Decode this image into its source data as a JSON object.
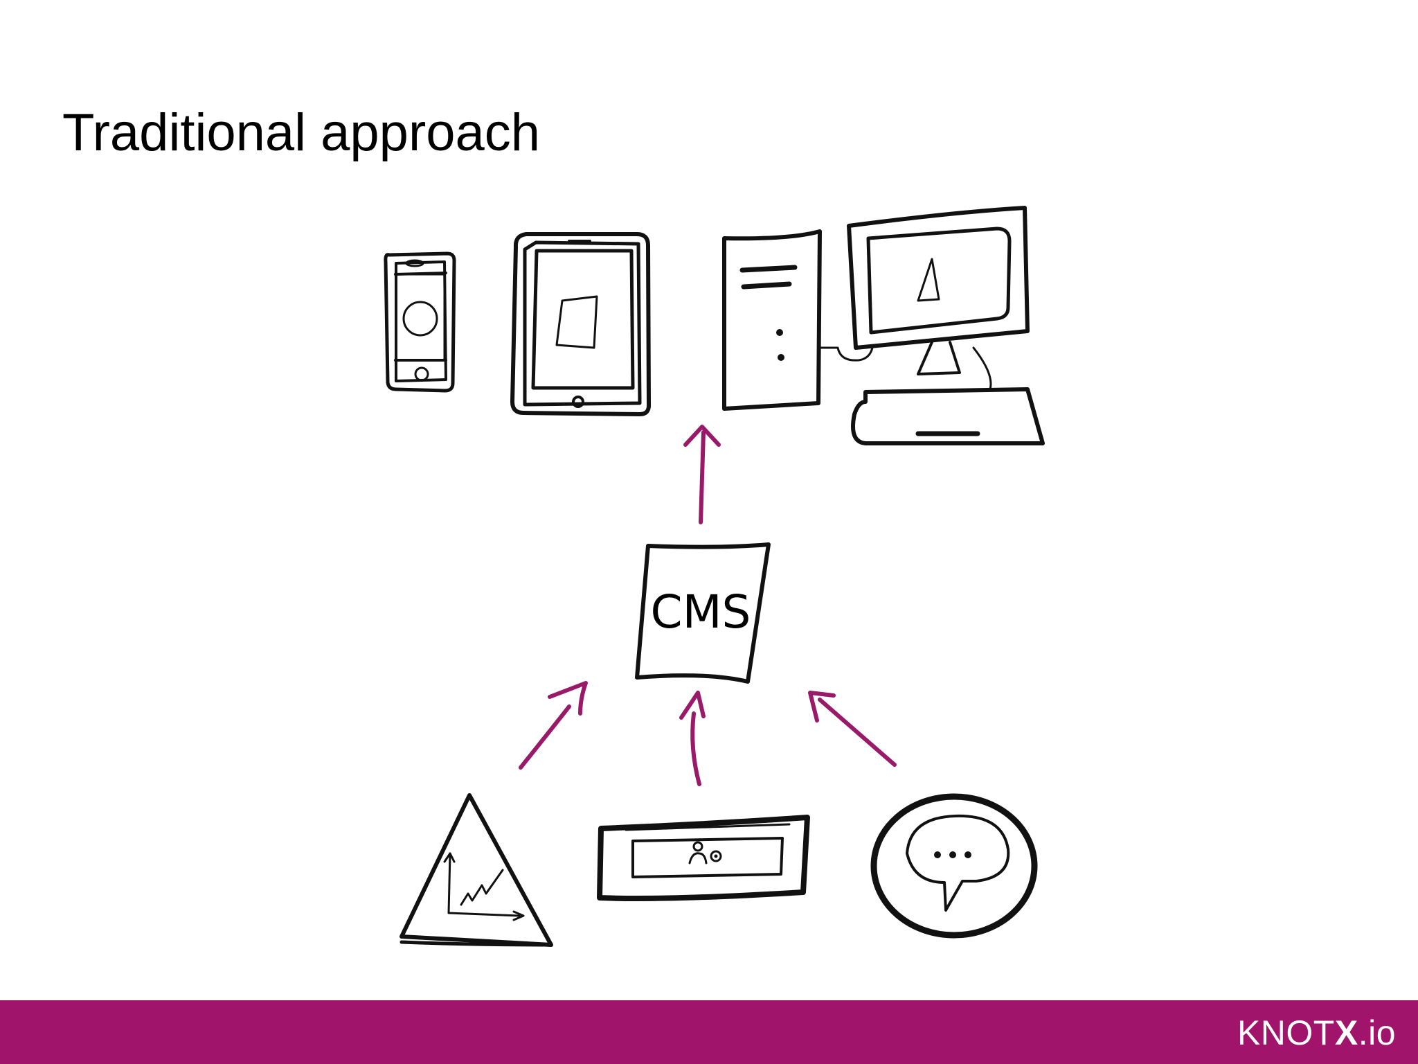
{
  "slide": {
    "title": "Traditional approach"
  },
  "diagram": {
    "center_label": "CMS",
    "outputs": [
      "smartphone",
      "tablet",
      "desktop-pc"
    ],
    "sources": [
      "analytics",
      "admin-app",
      "chat"
    ],
    "arrow_color": "#9a1a6a"
  },
  "footer": {
    "bar_color": "#a0146c",
    "brand_prefix": "KNOT",
    "brand_bold": "X",
    "brand_suffix": ".io"
  },
  "icons": {
    "phone": "smartphone-icon",
    "tablet": "tablet-icon",
    "desktop": "desktop-computer-icon",
    "cms": "cms-box",
    "analytics": "analytics-triangle-icon",
    "admin": "admin-panel-icon",
    "chat": "chat-bubble-icon"
  }
}
